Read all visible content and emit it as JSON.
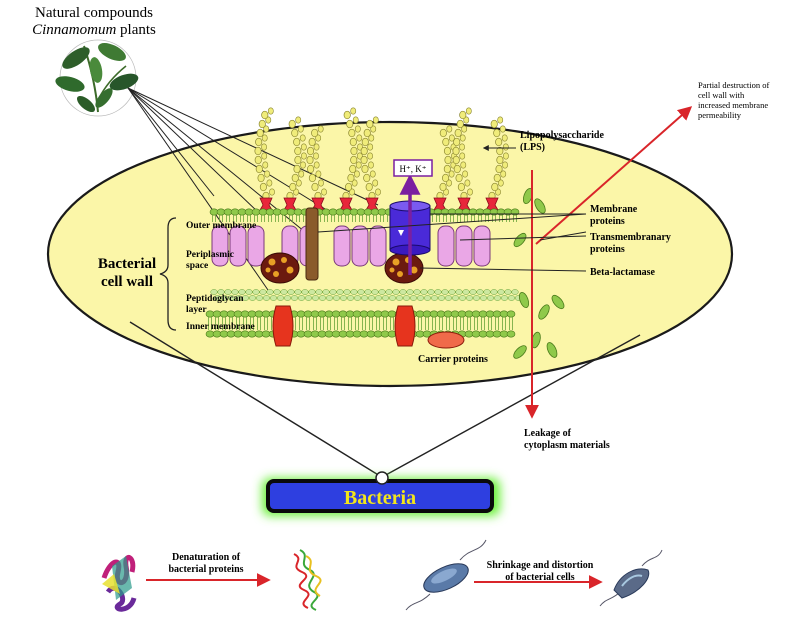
{
  "source": {
    "title_line1": "Natural compounds",
    "title_line2_italic": "Cinnamomum",
    "title_line2_rest": " plants"
  },
  "wall": {
    "label_line1": "Bacterial",
    "label_line2": "cell wall",
    "layers": {
      "outer_membrane": "Outer membrane",
      "periplasmic_line1": "Periplasmic",
      "periplasmic_line2": "space",
      "peptidoglycan_line1": "Peptidoglycan",
      "peptidoglycan_line2": "layer",
      "inner_membrane": "Inner membrane"
    }
  },
  "labels": {
    "lps_line1": "Lipopolysaccharide",
    "lps_line2": "(LPS)",
    "ions": "H⁺, K⁺",
    "membrane_proteins_line1": "Membrane",
    "membrane_proteins_line2": "proteins",
    "transmembrane_line1": "Transmembranary",
    "transmembrane_line2": "proteins",
    "beta_lactamase": "Beta-lactamase",
    "carrier_proteins": "Carrier proteins",
    "partial_line1": "Partial destruction of",
    "partial_line2": "cell wall with",
    "partial_line3": "increased membrane",
    "partial_line4": "permeability",
    "leakage_line1": "Leakage of",
    "leakage_line2": "cytoplasm materials"
  },
  "bacteria_label": "Bacteria",
  "effects": {
    "denaturation_line1": "Denaturation of",
    "denaturation_line2": "bacterial proteins",
    "shrinkage_line1": "Shrinkage and distortion",
    "shrinkage_line2": "of bacterial cells"
  },
  "colors": {
    "ellipse_fill": "#fbf6a8",
    "membrane_green": "#8fc94a",
    "protein_pink": "#eaa7e6",
    "lps_yellow": "#f0ec7a",
    "arrow_red": "#d9252a",
    "porin_purple": "#7a1fa0",
    "bacteria_blue": "#2e3fe0",
    "bacteria_text": "#f3e61a",
    "brown_protein": "#8a5a2b",
    "carrier_red": "#e6341e"
  }
}
